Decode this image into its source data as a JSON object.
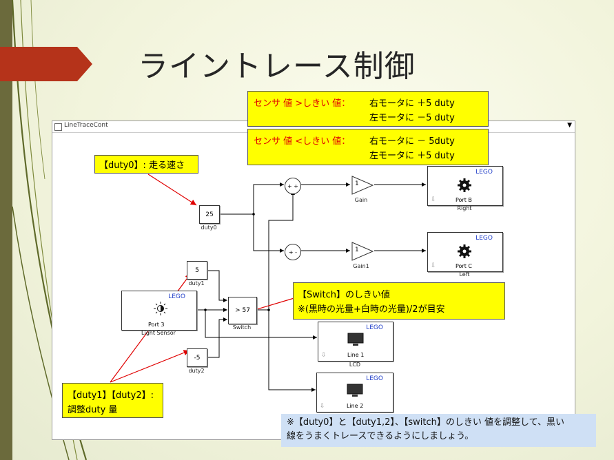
{
  "slide": {
    "title": "ライントレース制御"
  },
  "callouts": {
    "sensor_gt": {
      "condition": "センサ 値 >しきい 値：",
      "line1": "右モータに ＋5 duty",
      "line2": "左モータに －5 duty"
    },
    "sensor_lt": {
      "condition": "センサ 値 <しきい 値：",
      "line1": "右モータに － 5duty",
      "line2": "左モータに ＋5 duty"
    },
    "duty0": "【duty0】: 走る速さ",
    "switch": {
      "line1": "【Switch】のしきい値",
      "line2": "※(黒時の光量+白時の光量)/2が目安"
    },
    "duty12": {
      "line1": "【duty1】【duty2】:",
      "line2": "調整duty 量"
    },
    "note": {
      "line1": "※【duty0】と【duty1,2】、【switch】のしきい 値を調整して、黒い",
      "line2": "線をうまくトレースできるようにしましょう。"
    }
  },
  "window": {
    "title": "LineTraceCont",
    "dropdown": "▼"
  },
  "blocks": {
    "duty0": {
      "value": "25",
      "label": "duty0"
    },
    "duty1": {
      "value": "5",
      "label": "duty1"
    },
    "duty2": {
      "value": "-5",
      "label": "duty2"
    },
    "sum1": {
      "signs": "+ +"
    },
    "sum2": {
      "signs": "+ -"
    },
    "gain": {
      "value": "1",
      "label": "Gain"
    },
    "gain1": {
      "value": "1",
      "label": "Gain1"
    },
    "switch": {
      "value": "> 57",
      "label": "Switch"
    },
    "motor_b": {
      "brand": "LEGO",
      "port": "Port B",
      "label": "Right"
    },
    "motor_c": {
      "brand": "LEGO",
      "port": "Port C",
      "label": "Left"
    },
    "light_sensor": {
      "brand": "LEGO",
      "port": "Port 3",
      "label": "Light Sensor"
    },
    "lcd1": {
      "brand": "LEGO",
      "line": "Line 1",
      "label": "LCD"
    },
    "lcd2": {
      "brand": "LEGO",
      "line": "Line 2"
    }
  },
  "colors": {
    "accent_shape": "#b5331a",
    "callout_yellow": "#ffff00",
    "callout_red_text": "#e00000",
    "note_blue": "#cfe0f5",
    "lego_blue": "#1e3cc8",
    "arrow_red": "#e00000"
  },
  "icons": [
    "gear-icon",
    "lamp-icon",
    "monitor-icon",
    "down-arrow-icon",
    "window-icon"
  ]
}
